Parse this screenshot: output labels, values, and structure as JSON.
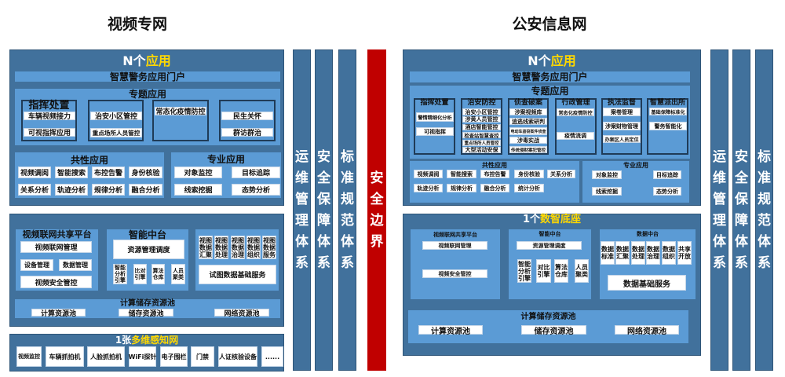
{
  "headings": {
    "left": "视频专网",
    "right": "公安信息网"
  },
  "left": {
    "apps": {
      "title_prefix": "N个",
      "title_highlight": "应用",
      "portal": "智慧警务应用门户",
      "thematic_title": "专题应用",
      "thematic": [
        {
          "title": "指挥处置",
          "items": [
            "车辆视频接力",
            "可视指挥应用"
          ]
        },
        {
          "items": [
            "治安小区管控",
            "重点场所人员管控"
          ]
        },
        {
          "items": [
            "常态化疫情防控"
          ]
        },
        {
          "items": [
            "民生关怀",
            "群访群治"
          ]
        }
      ],
      "common_title": "共性应用",
      "common": [
        "视频调阅",
        "智能搜索",
        "布控告警",
        "身份核验",
        "关系分析",
        "轨迹分析",
        "规律分析",
        "融合分析"
      ],
      "pro_title": "专业应用",
      "pro": [
        "对象监控",
        "目标追踪",
        "线索挖掘",
        "态势分析"
      ]
    },
    "platform": {
      "share_title": "视频联网共享平台",
      "share": [
        "视频联网管理",
        "设备管理",
        "数据管理",
        "视频安全管控"
      ],
      "ai_title": "智能中台",
      "ai_main": "资源管理调度",
      "ai": [
        "智能分析引擎",
        "比对引擎",
        "算法仓库",
        "人员聚类"
      ],
      "data": [
        "视图数据汇聚",
        "视图数据处理",
        "视图数据治理",
        "视图数据组织",
        "视图数据服务"
      ],
      "data_main": "试图数据基础服务",
      "pool_title": "计算储存资源池",
      "pools": [
        "计算资源池",
        "储存资源池",
        "网络资源池"
      ]
    },
    "sensing": {
      "title_prefix": "1张",
      "title_highlight": "多维感知网",
      "items": [
        "视频监控",
        "车辆抓拍机",
        "人脸抓拍机",
        "WiFi探针",
        "电子围栏",
        "门禁",
        "人证核验设备",
        "......"
      ]
    }
  },
  "right": {
    "apps": {
      "title_prefix": "N个",
      "title_highlight": "应用",
      "portal": "智慧警务应用门户",
      "thematic_title": "专题应用",
      "thematic": [
        {
          "title": "指挥处置",
          "items": [
            "警情精细化分析",
            "可视指挥"
          ]
        },
        {
          "title": "治安防控",
          "items": [
            "治安小区管控",
            "涉黄人员管控",
            "酒店智能管控",
            "检查站智慧查控",
            "重点场所人员管控",
            "大型活动安保"
          ]
        },
        {
          "title": "侦查破案",
          "items": [
            "涉案视频库",
            "追逃线索研判",
            "电动车盗窃案件侦查",
            "涉毒实战",
            "传统侵财案犯管控"
          ]
        },
        {
          "title": "行政管理",
          "items": [
            "常态化疫情防控",
            "疫情流调"
          ]
        },
        {
          "title": "执法监督",
          "items": [
            "案卷管理",
            "涉案财物管理",
            "办案区人员定位"
          ]
        },
        {
          "title": "智慧派出所",
          "items": [
            "基础保障标准化",
            "警务智能化"
          ]
        }
      ],
      "common_title": "共性应用",
      "common": [
        "视频调阅",
        "智能搜索",
        "布控告警",
        "身份核验",
        "关系分析",
        "轨迹分析",
        "规律分析",
        "融合分析",
        "统计分析"
      ],
      "pro_title": "专业应用",
      "pro": [
        "对象监控",
        "目标追踪",
        "线索挖掘",
        "态势分析"
      ]
    },
    "platform": {
      "title_prefix": "1个",
      "title_highlight": "数智底座",
      "share_title": "视频联网共享平台",
      "share": [
        "视频联网管理",
        "视频安全管控"
      ],
      "ai_title": "智能中台",
      "ai_main": "资源管理调度",
      "ai": [
        "智能分析引擎",
        "对比引擎",
        "算法仓库",
        "人员聚类"
      ],
      "data_title": "数据中台",
      "data": [
        "数据标准",
        "数据汇聚",
        "数据处理",
        "数据治理",
        "数据组织",
        "共享开放"
      ],
      "data_main": "数据基础服务",
      "pool_title": "计算储存资源池",
      "pools": [
        "计算资源池",
        "储存资源池",
        "网络资源池"
      ]
    }
  },
  "pillars_left": [
    "运维管理体系",
    "安全保障体系",
    "标准规范体系"
  ],
  "boundary": "安全边界",
  "pillars_right": [
    "运维管理体系",
    "安全保障体系",
    "标准规范体系"
  ],
  "colors": {
    "panel": "#41719c",
    "box": "#5b9bd5",
    "highlight": "#ffd800",
    "boundary": "#c00000"
  }
}
